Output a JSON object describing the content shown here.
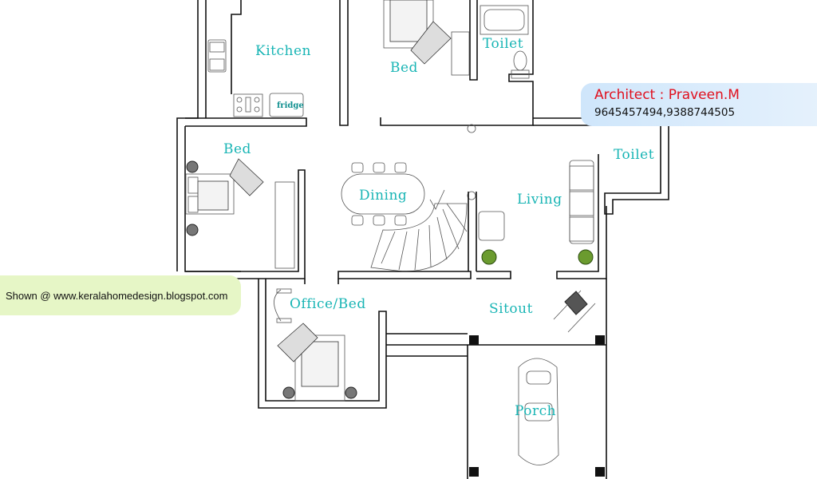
{
  "rooms": {
    "kitchen": "Kitchen",
    "bed_top": "Bed",
    "toilet_top": "Toilet",
    "bed_left": "Bed",
    "dining": "Dining",
    "living": "Living",
    "toilet_right": "Toilet",
    "office_bed": "Office/Bed",
    "sitout": "Sitout",
    "porch": "Porch"
  },
  "appliances": {
    "fridge": "fridge"
  },
  "credits": {
    "architect": "Architect : Praveen.M",
    "phone": "9645457494,9388744505",
    "source": "Shown @  www.keralahomedesign.blogspot.com"
  },
  "colors": {
    "room_label": "#19b5b5",
    "architect_name": "#e0101e",
    "architect_bg": "#d8ebfb",
    "source_bg": "#e6f6c6"
  }
}
